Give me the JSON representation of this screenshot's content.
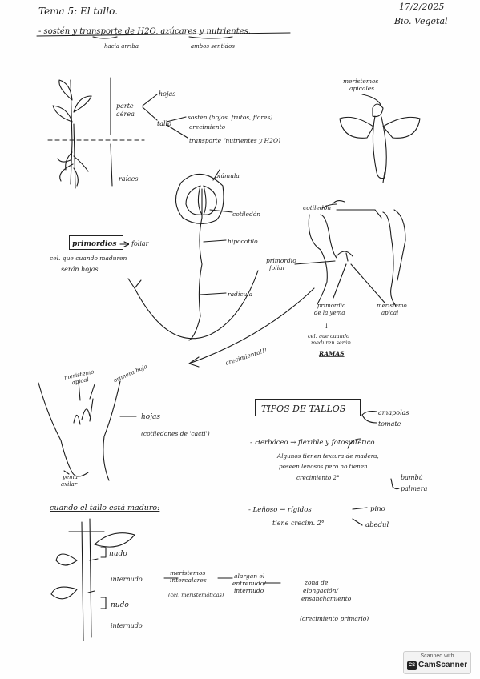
{
  "header": {
    "title": "Tema 5: El tallo.",
    "date": "17/2/2025",
    "subject": "Bio. Vegetal",
    "intro": "- sostén y transporte de H2O, azúcares y nutrientes.",
    "hacia_arriba": "hacia arriba",
    "ambos_sentidos": "ambos sentidos"
  },
  "plant": {
    "parte_aerea": "parte\naérea",
    "hojas": "hojas",
    "tallo": "tallo",
    "sosten": "sostén (hojas, frutos, flores)",
    "crecimiento": "crecimiento",
    "transporte": "transporte (nutrientes y H2O)",
    "raices": "raíces"
  },
  "meristema_top": {
    "label": "meristemos\napicales"
  },
  "seedling": {
    "plumula": "plúmula",
    "cotiledon": "cotiledón",
    "hipocotilo": "hipocotilo",
    "radicula": "radícula"
  },
  "primordios": {
    "title": "primordios",
    "foliar": "foliar",
    "desc1": "cel. que cuando maduren",
    "desc2": "serán hojas."
  },
  "bud": {
    "coleoptilo": "cotiledón",
    "primordio_foliar": "primordio\nfoliar",
    "primordio_yema": "primordio\nde la yema",
    "meristemo_apical": "meristemo\napical",
    "arrow_down": "↓",
    "cel_que": "cel. que cuando\nmaduren serán",
    "ramas": "RAMAS",
    "crecimiento": "crecimiento!!!"
  },
  "apex": {
    "meristemo_apical": "meristemo\napical",
    "primera_hoja": "primera hoja",
    "hojas": "hojas",
    "cotiledones": "(cotiledones de 'cacti')",
    "yema_axilar": "yema\naxilar"
  },
  "tipos": {
    "title": "TIPOS DE TALLOS",
    "amapolas": "amapolas",
    "tomate": "tomate",
    "herbaceo": "- Herbáceo → flexible y fotosintético",
    "nota1": "Algunos tienen textura de madera,",
    "nota2": "poseen leñosos pero no tienen",
    "nota3": "crecimiento 2°",
    "bambu": "bambú",
    "palmera": "palmera",
    "lenoso": "- Leñoso → rígidos",
    "pino": "pino",
    "tiene_crec": "tiene crecim. 2°",
    "abedul": "abedul"
  },
  "maduro": {
    "title": "cuando el tallo está maduro:",
    "nudo": "nudo",
    "internudo": "internudo",
    "meristemos_intercalares": "meristemos\nintercalares",
    "cel_meristematicas": "(cel. meristemáticas)",
    "alargan": "alargan el\nentrenudo/\ninternudo",
    "zona": "zona de\nelongación/\nensanchamiento",
    "crecimiento_primario": "(crecimiento primario)",
    "nudo2": "nudo",
    "internudo2": "internudo"
  },
  "badge": {
    "scanned_with": "Scanned with",
    "logo": "CS",
    "name": "CamScanner"
  }
}
